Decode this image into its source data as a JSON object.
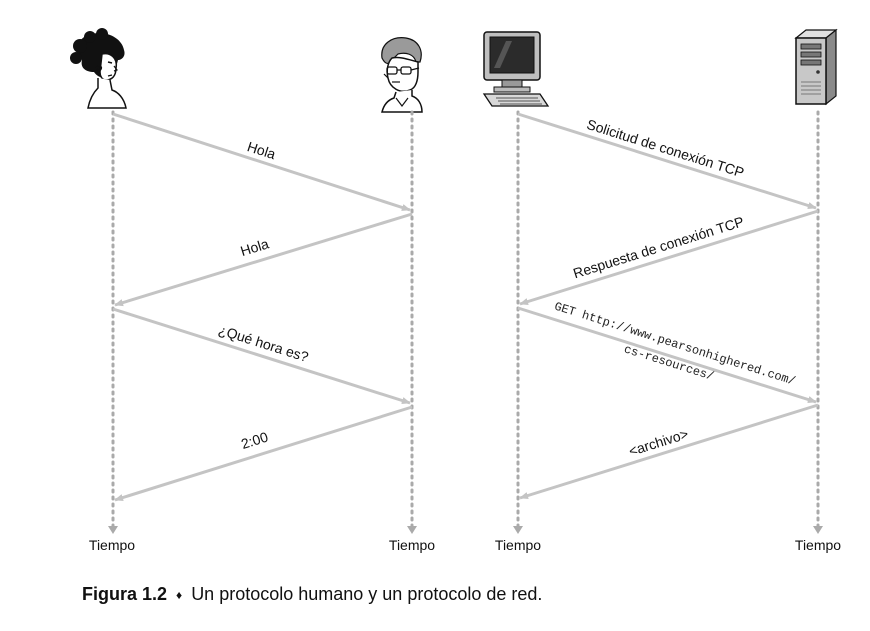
{
  "timeline_label": "Tiempo",
  "human": {
    "messages": [
      {
        "label": "Hola"
      },
      {
        "label": "Hola"
      },
      {
        "label": "¿Qué hora es?"
      },
      {
        "label": "2:00"
      }
    ]
  },
  "network": {
    "messages": [
      {
        "label": "Solicitud de conexión TCP"
      },
      {
        "label": "Respuesta de conexión TCP"
      },
      {
        "line1": "GET http://www.pearsonhighered.com/",
        "line2": "cs-resources/"
      },
      {
        "label": "<archivo>"
      }
    ]
  },
  "caption": {
    "figure": "Figura 1.2",
    "separator": "♦",
    "text": "Un protocolo humano y un protocolo de red."
  },
  "icons": [
    "woman-icon",
    "man-icon",
    "computer-icon",
    "server-icon"
  ]
}
